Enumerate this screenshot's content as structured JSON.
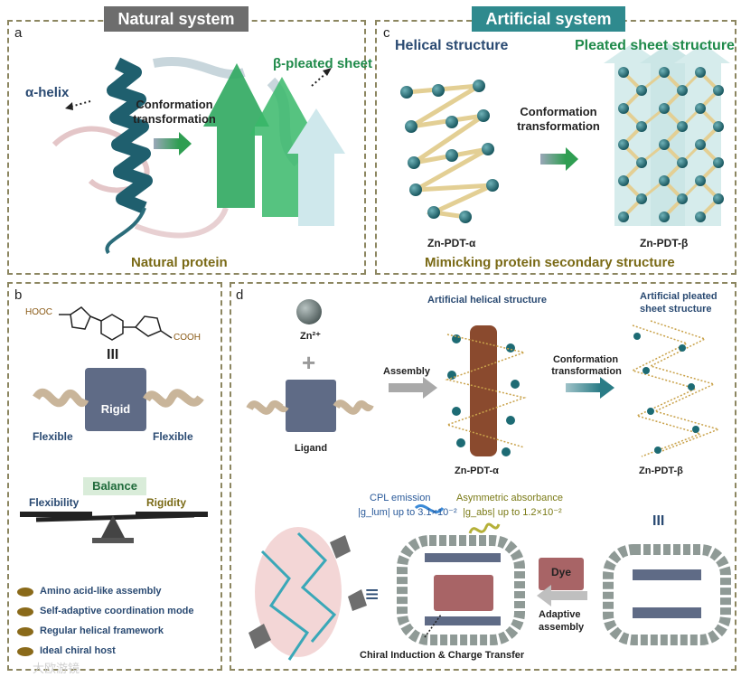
{
  "headers": {
    "natural": "Natural system",
    "artificial": "Artificial system"
  },
  "panel_a": {
    "letter": "a",
    "alpha_helix": "α-helix",
    "beta_sheet": "β-pleated sheet",
    "conformation_1": "Conformation",
    "conformation_2": "transformation",
    "caption": "Natural protein"
  },
  "panel_c": {
    "letter": "c",
    "helical": "Helical structure",
    "pleated": "Pleated sheet structure",
    "conformation_1": "Conformation",
    "conformation_2": "transformation",
    "zn_alpha": "Zn-PDT-α",
    "zn_beta": "Zn-PDT-β",
    "caption": "Mimicking protein secondary structure"
  },
  "panel_b": {
    "letter": "b",
    "hooc": "HOOC",
    "cooh": "COOH",
    "equiv": "III",
    "rigid": "Rigid",
    "flexible_left": "Flexible",
    "flexible_right": "Flexible",
    "balance": "Balance",
    "flexibility": "Flexibility",
    "rigidity": "Rigidity",
    "bullets": [
      "Amino acid-like assembly",
      "Self-adaptive coordination mode",
      "Regular helical framework",
      "Ideal chiral host"
    ]
  },
  "panel_d": {
    "letter": "d",
    "zn_ion": "Zn²⁺",
    "plus": "+",
    "ligand": "Ligand",
    "assembly": "Assembly",
    "artificial_helical": "Artificial helical structure",
    "artificial_pleated_1": "Artificial pleated",
    "artificial_pleated_2": "sheet structure",
    "conformation_1": "Conformation",
    "conformation_2": "transformation",
    "zn_alpha": "Zn-PDT-α",
    "zn_beta": "Zn-PDT-β",
    "cpl": "CPL emission",
    "glum": "|g_lum| up to 3.1×10⁻²",
    "asym": "Asymmetric absorbance",
    "gabs": "|g_abs| up to 1.2×10⁻²",
    "equiv_d": "III",
    "equals": "≡",
    "dye": "Dye",
    "adaptive_1": "Adaptive",
    "adaptive_2": "assembly",
    "chiral": "Chiral Induction & Charge Transfer"
  },
  "watermark": "大欧游镜",
  "colors": {
    "panel_border": "#8c8660",
    "header_grey": "#6d6d6d",
    "header_teal": "#2f8a8e",
    "navy": "#2a4a72",
    "green": "#1f8a4a",
    "olive": "#7a6a16",
    "teal_ball": "#1d6b74",
    "rigid_block": "#5f6b86"
  }
}
